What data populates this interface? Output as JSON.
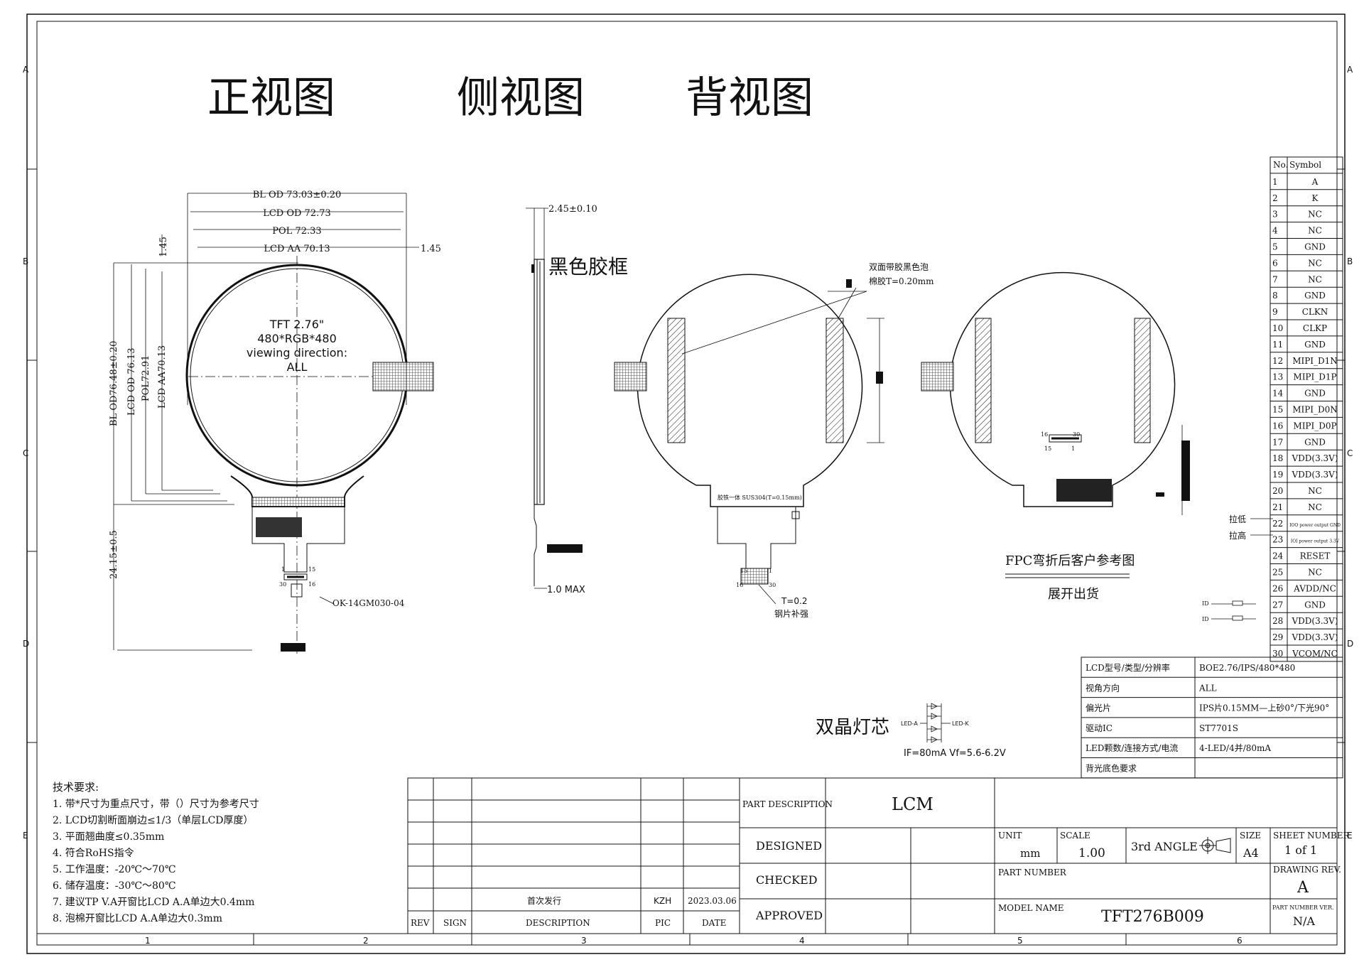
{
  "frame": {
    "zones_top": [
      "A",
      "B",
      "C",
      "D",
      "E"
    ],
    "columns": [
      "1",
      "2",
      "3",
      "4",
      "5",
      "6"
    ]
  },
  "views": {
    "front": "正视图",
    "side": "侧视图",
    "back": "背视图"
  },
  "front_view": {
    "center_line1": "TFT 2.76\"",
    "center_line2": "480*RGB*480",
    "center_line3": "viewing direction:",
    "center_line4": "ALL",
    "dim_bl_od": "BL OD 73.03±0.20",
    "dim_lcd_od": "LCD OD 72.73",
    "dim_pol": "POL 72.33",
    "dim_lcd_aa": "LCD AA 70.13",
    "dim_right_145": "1.45",
    "dim_top_145": "1.45",
    "vdim_bl_od": "BL OD76.48±0.20",
    "vdim_lcd_od": "LCD OD 76.13",
    "vdim_pol": "POL72.91",
    "vdim_lcd_aa": "LCD AA70.13",
    "vdim_fpc": "24.15±0.5",
    "connector_label": "OK-14GM030-04",
    "pin_15": "15",
    "pin_1": "1",
    "pin_30": "30",
    "pin_16": "16"
  },
  "side_view": {
    "dim_thickness": "2.45±0.10",
    "label_frame": "黑色胶框",
    "dim_max": "1.0 MAX"
  },
  "back_view": {
    "foam_label_line1": "双面带胶黑色泡",
    "foam_label_line2": "棉胶T=0.20mm",
    "steel_label": "胶铁一体 SUS304(T=0.15mm)",
    "stiffener_t": "T=0.2",
    "stiffener_label": "钢片补强",
    "pin_15": "15",
    "pin_16": "16",
    "pin_1": "1",
    "pin_30": "30"
  },
  "fpc_ref": {
    "title": "FPC弯折后客户参考图",
    "subtitle": "展开出货",
    "pin_16": "16",
    "pin_30": "30",
    "pin_15": "15",
    "pin_1": "1",
    "pull_low": "拉低",
    "pull_high": "拉高",
    "id1": "ID",
    "id2": "ID"
  },
  "pin_table": {
    "header_no": "No.",
    "header_symbol": "Symbol",
    "rows": [
      {
        "no": "1",
        "sym": "A"
      },
      {
        "no": "2",
        "sym": "K"
      },
      {
        "no": "3",
        "sym": "NC"
      },
      {
        "no": "4",
        "sym": "NC"
      },
      {
        "no": "5",
        "sym": "GND"
      },
      {
        "no": "6",
        "sym": "NC"
      },
      {
        "no": "7",
        "sym": "NC"
      },
      {
        "no": "8",
        "sym": "GND"
      },
      {
        "no": "9",
        "sym": "CLKN"
      },
      {
        "no": "10",
        "sym": "CLKP"
      },
      {
        "no": "11",
        "sym": "GND"
      },
      {
        "no": "12",
        "sym": "MIPI_D1N"
      },
      {
        "no": "13",
        "sym": "MIPI_D1P"
      },
      {
        "no": "14",
        "sym": "GND"
      },
      {
        "no": "15",
        "sym": "MIPI_D0N"
      },
      {
        "no": "16",
        "sym": "MIPI_D0P"
      },
      {
        "no": "17",
        "sym": "GND"
      },
      {
        "no": "18",
        "sym": "VDD(3.3V)"
      },
      {
        "no": "19",
        "sym": "VDD(3.3V)"
      },
      {
        "no": "20",
        "sym": "NC"
      },
      {
        "no": "21",
        "sym": "NC"
      },
      {
        "no": "22",
        "sym": "IOO power output GND"
      },
      {
        "no": "23",
        "sym": "IOI power output 3.3V"
      },
      {
        "no": "24",
        "sym": "RESET"
      },
      {
        "no": "25",
        "sym": "NC"
      },
      {
        "no": "26",
        "sym": "AVDD/NC"
      },
      {
        "no": "27",
        "sym": "GND"
      },
      {
        "no": "28",
        "sym": "VDD(3.3V)"
      },
      {
        "no": "29",
        "sym": "VDD(3.3V)"
      },
      {
        "no": "30",
        "sym": "VCOM/NC"
      }
    ]
  },
  "spec_table": {
    "rows": [
      {
        "k": "LCD型号/类型/分辨率",
        "v": "BOE2.76/IPS/480*480"
      },
      {
        "k": "视角方向",
        "v": "ALL"
      },
      {
        "k": "偏光片",
        "v": "IPS片0.15MM—上砂0°/下光90°"
      },
      {
        "k": "驱动IC",
        "v": "ST7701S"
      },
      {
        "k": "LED颗数/连接方式/电流",
        "v": "4-LED/4并/80mA"
      },
      {
        "k": "背光底色要求",
        "v": ""
      }
    ]
  },
  "led": {
    "title": "双晶灯芯",
    "anode": "LED-A",
    "cathode": "LED-K",
    "params": "IF=80mA  Vf=5.6-6.2V"
  },
  "notes": {
    "title": "技术要求:",
    "items": [
      "1. 带*尺寸为重点尺寸，带（）尺寸为参考尺寸",
      "2. LCD切割断面崩边≤1/3（单层LCD厚度）",
      "3. 平面翘曲度≤0.35mm",
      "4. 符合RoHS指令",
      "5. 工作温度：-20℃～70℃",
      "6. 储存温度：-30℃～80℃",
      "7. 建议TP V.A开窗比LCD A.A单边大0.4mm",
      "8. 泡棉开窗比LCD A.A单边大0.3mm"
    ]
  },
  "revision": {
    "desc": "首次发行",
    "pic": "KZH",
    "date": "2023.03.06",
    "h_rev": "REV",
    "h_sign": "SIGN",
    "h_desc": "DESCRIPTION",
    "h_pic": "PIC",
    "h_date": "DATE"
  },
  "title_block": {
    "part_desc_label": "PART DESCRIPTION",
    "part_desc": "LCM",
    "designed": "DESIGNED",
    "checked": "CHECKED",
    "approved": "APPROVED",
    "unit_label": "UNIT",
    "unit": "mm",
    "scale_label": "SCALE",
    "scale": "1.00",
    "angle": "3rd ANGLE",
    "size_label": "SIZE",
    "size": "A4",
    "sheet_label": "SHEET NUMBER",
    "sheet": "1 of 1",
    "part_number_label": "PART NUMBER",
    "drawing_rev_label": "DRAWING REV.",
    "drawing_rev": "A",
    "model_label": "MODEL NAME",
    "model": "TFT276B009",
    "pn_ver_label": "PART NUMBER VER.",
    "pn_ver": "N/A"
  }
}
